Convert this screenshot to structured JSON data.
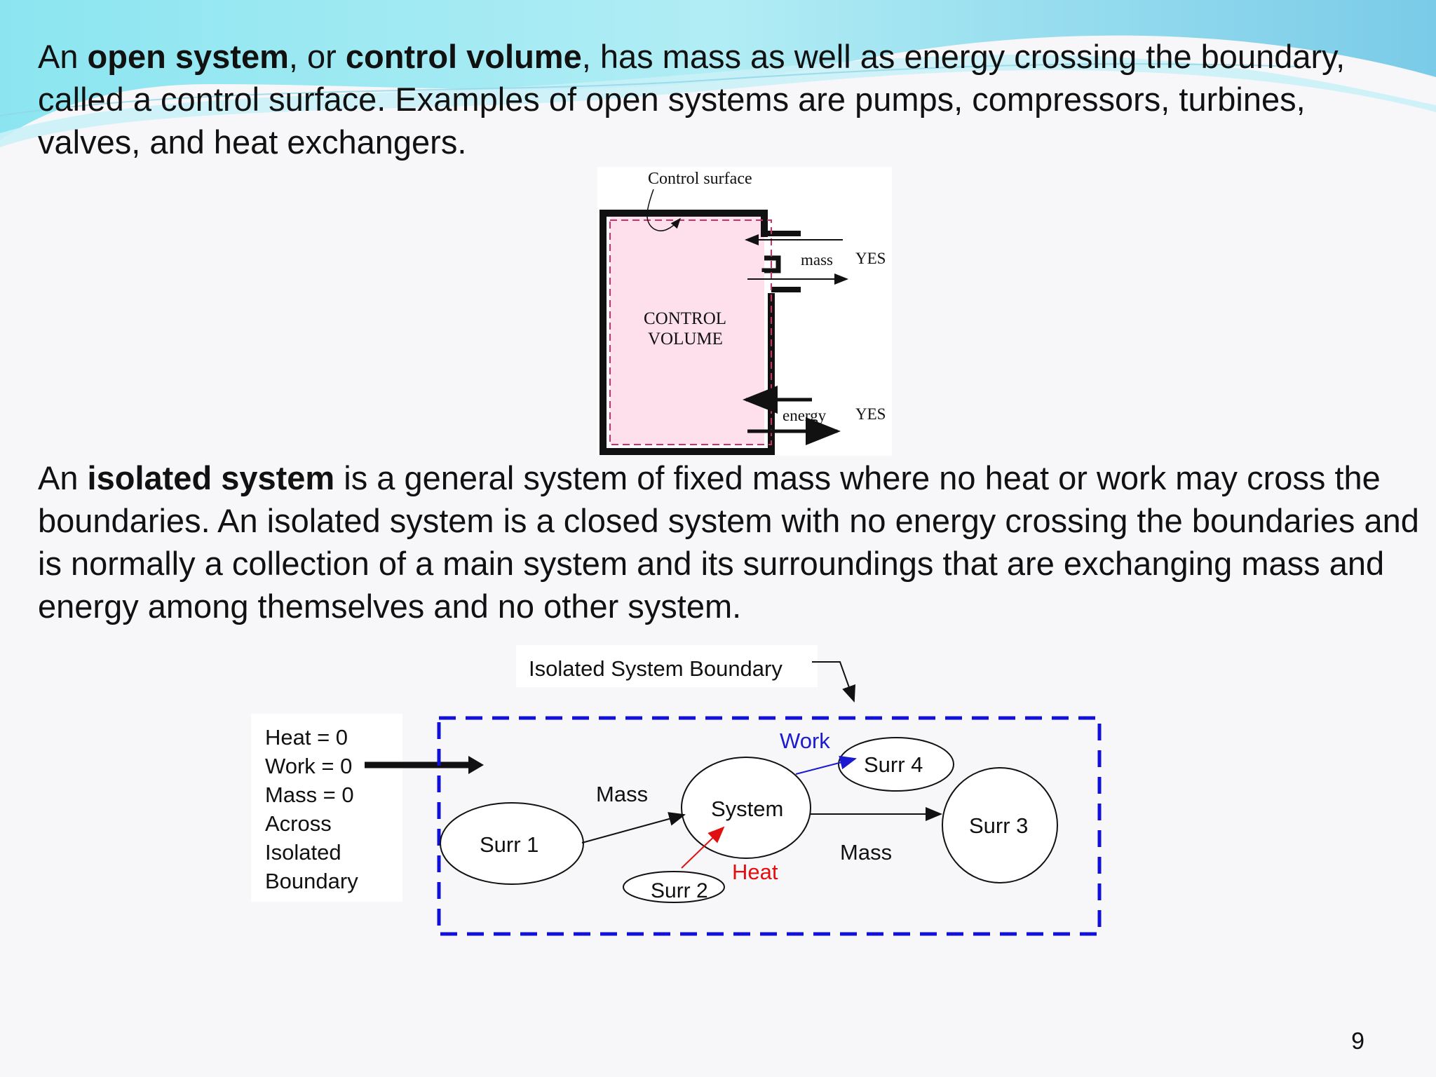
{
  "paragraph1": {
    "t1": "An ",
    "b1": "open system",
    "t2": ", or ",
    "b2": "control volume",
    "t3": ", has mass as well as energy crossing the boundary, called a control surface.  Examples of open systems are pumps, compressors, turbines, valves, and heat exchangers."
  },
  "control_volume_diagram": {
    "control_surface_label": "Control surface",
    "control_volume_line1": "CONTROL",
    "control_volume_line2": "VOLUME",
    "mass_label": "mass",
    "mass_answer": "YES",
    "energy_label": "energy",
    "energy_answer": "YES"
  },
  "paragraph2": {
    "t1": "An ",
    "b1": "isolated system",
    "t2": " is a general system of fixed mass where no heat or work may cross the boundaries.  An isolated system is a closed system with no energy crossing the boundaries and is normally a collection of a main system and its surroundings that are exchanging mass and energy among themselves and no other system."
  },
  "isolated_diagram": {
    "boundary_label": "Isolated System Boundary",
    "note_lines": [
      "Heat = 0",
      "Work = 0",
      "Mass = 0",
      "Across",
      "Isolated",
      "Boundary"
    ],
    "nodes": {
      "system": "System",
      "surr1": "Surr 1",
      "surr2": "Surr 2",
      "surr3": "Surr 3",
      "surr4": "Surr 4"
    },
    "arrow_labels": {
      "mass_left": "Mass",
      "mass_right": "Mass",
      "work": "Work",
      "heat": "Heat"
    },
    "colors": {
      "boundary": "#1010d8",
      "work": "#1a1ad0",
      "heat": "#e01010",
      "control_volume_fill": "#fde0ec",
      "control_surface_dash": "#d0306a"
    }
  },
  "page_number": "9"
}
